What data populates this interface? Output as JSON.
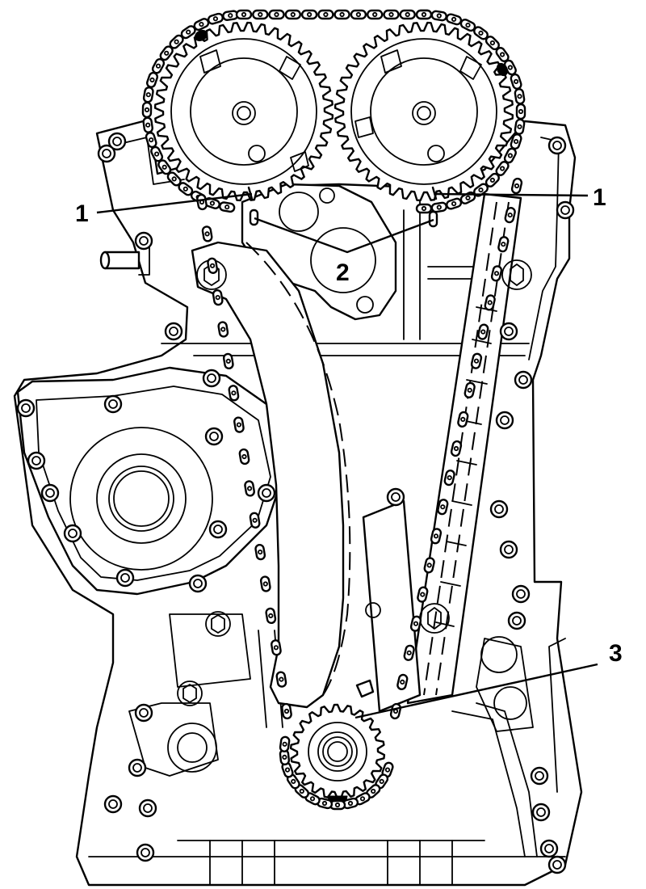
{
  "callouts": {
    "left_cam_mark": "1",
    "right_cam_mark": "1",
    "cam_alignment_slots": "2",
    "crank_mark": "3"
  },
  "colors": {
    "ink": "#000000",
    "paper": "#ffffff"
  }
}
